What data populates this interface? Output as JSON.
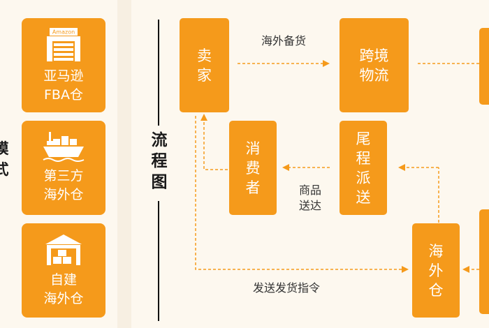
{
  "colors": {
    "accent": "#f59a1b",
    "background": "#f7efe2",
    "panel": "#fdf8ef",
    "arrow": "#f59a1b",
    "text": "#1a1a1a"
  },
  "left_panel": {
    "side_label": "模\n式",
    "modes": [
      {
        "label": "亚马逊\nFBA仓",
        "icon": "amazon-warehouse-icon",
        "icon_text": "Amazon"
      },
      {
        "label": "第三方\n海外仓",
        "icon": "cargo-ship-icon"
      },
      {
        "label": "自建\n海外仓",
        "icon": "warehouse-boxes-icon"
      }
    ]
  },
  "flowchart": {
    "title": "流\n程\n图",
    "nodes": {
      "seller": "卖\n家",
      "logistics": "跨境\n物流",
      "consumer": "消\n费\n者",
      "last_mile": "尾\n程\n派\n送",
      "warehouse": "海\n外\n仓"
    },
    "edges": {
      "stocking": "海外备货",
      "delivery": "商品\n送达",
      "instruction": "发送发货指令"
    }
  }
}
